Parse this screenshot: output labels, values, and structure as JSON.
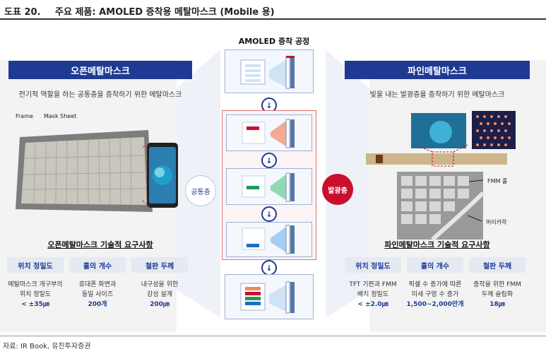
{
  "header": {
    "figure_no": "도표 20.",
    "title": "주요 제품: AMOLED 증착용 메탈마스크 (Mobile 용)"
  },
  "center": {
    "process_title": "AMOLED 증착 공정",
    "common_layer": "공통층",
    "emissive_layer": "발광층"
  },
  "left": {
    "header": "오픈메탈마스크",
    "description": "전기적 역할을 하는 공통층을 증착하기 위한 메탈마스크",
    "photo_labels": {
      "frame": "Frame",
      "mask_sheet": "Mask Sheet"
    },
    "req_title": "오픈메탈마스크 기술적 요구사항",
    "req_headers": [
      "위치 정밀도",
      "홀의 개수",
      "철판 두께"
    ],
    "req_values": [
      {
        "line1": "메탈마스크 개구부의",
        "line2": "위치 정밀도",
        "value": "< ±35㎛"
      },
      {
        "line1": "휴대폰 화면과",
        "line2": "동일 사이즈",
        "value": "200개"
      },
      {
        "line1": "내구성을 위한",
        "line2": "강성 설계",
        "value": "200㎛"
      }
    ]
  },
  "right": {
    "header": "파인메탈마스크",
    "description": "빛을 내는 발광층을 증착하기 위한 메탈마스크",
    "photo_labels": {
      "fmm_hole": "FMM 홀",
      "hair": "머리카락"
    },
    "req_title": "파인메탈마스크 기술적 요구사항",
    "req_headers": [
      "위치 정밀도",
      "홀의 개수",
      "철판 두께"
    ],
    "req_values": [
      {
        "line1": "TFT 기판과 FMM",
        "line2": "배치 정밀도",
        "value": "< ±2.0㎛"
      },
      {
        "line1": "픽셀 수 증가에 따른",
        "line2": "미세 구멍 수 증가",
        "value": "1,500~2,000만개"
      },
      {
        "line1": "증착을 위한 FMM",
        "line2": "두께 슬림화",
        "value": "18㎛"
      }
    ]
  },
  "source": "자료: IR Book, 유진투자증권",
  "colors": {
    "navy": "#1f3a93",
    "red": "#c8102e",
    "green": "#1a9e5c",
    "blue": "#1a6fc2",
    "orange": "#f08a5d"
  }
}
